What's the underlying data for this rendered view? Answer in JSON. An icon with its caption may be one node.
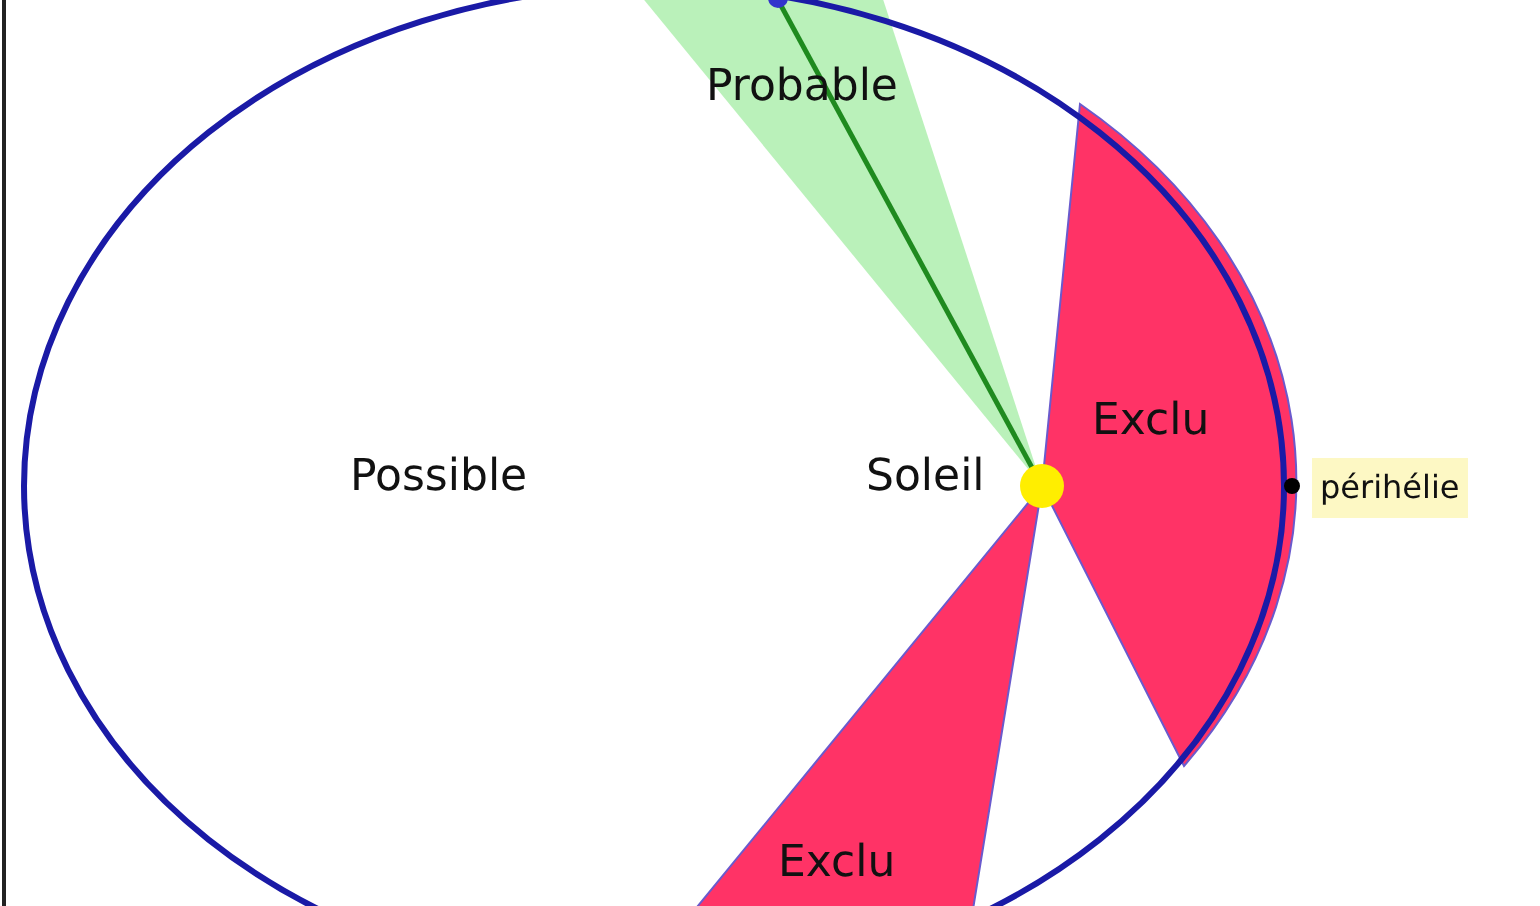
{
  "diagram": {
    "labels": [
      "Probable",
      "Exclu",
      "Possible",
      "Soleil",
      "périhélie",
      "Exclu"
    ]
  }
}
